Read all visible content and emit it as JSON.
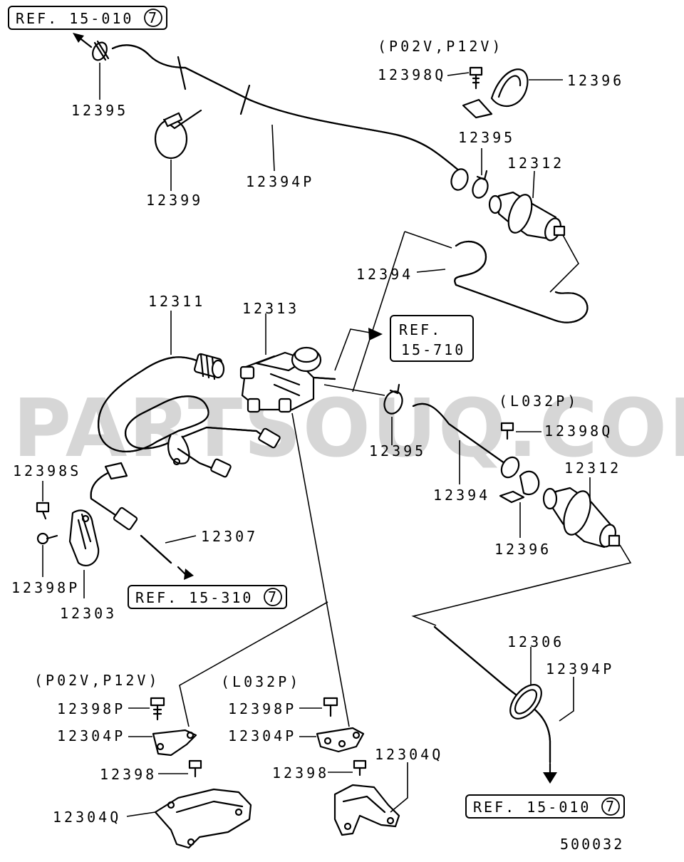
{
  "watermark": "PARTSOUQ.COM",
  "refs": {
    "top_left": {
      "text": "REF. 15-010",
      "num": "7"
    },
    "mid": {
      "line1": "REF.",
      "line2": "15-710"
    },
    "lower_left": {
      "text": "REF. 15-310",
      "num": "7"
    },
    "bottom_right": {
      "text": "REF. 15-010",
      "num": "7"
    }
  },
  "variants": {
    "top_p02v": "(P02V,P12V)",
    "mid_l032p": "(L032P)",
    "bottom_p02v": "(P02V,P12V)",
    "bottom_l032p": "(L032P)"
  },
  "parts": {
    "p12395_a": "12395",
    "p12399": "12399",
    "p12394P_top": "12394P",
    "p12398Q_top": "12398Q",
    "p12396_top": "12396",
    "p12395_b": "12395",
    "p12312_top": "12312",
    "p12394_top": "12394",
    "p12311": "12311",
    "p12313": "12313",
    "p12395_c": "12395",
    "p12398Q_mid": "12398Q",
    "p12312_mid": "12312",
    "p12394_mid": "12394",
    "p12396_mid": "12396",
    "p12398S": "12398S",
    "p12307": "12307",
    "p12398P_left": "12398P",
    "p12303": "12303",
    "p12306": "12306",
    "p12394P_bot": "12394P",
    "p12398P_b1": "12398P",
    "p12304P_b1": "12304P",
    "p12398_b1": "12398",
    "p12304Q_b1": "12304Q",
    "p12398P_b2": "12398P",
    "p12304P_b2": "12304P",
    "p12398_b2": "12398",
    "p12304Q_b2": "12304Q"
  },
  "diagram_id": "500032"
}
